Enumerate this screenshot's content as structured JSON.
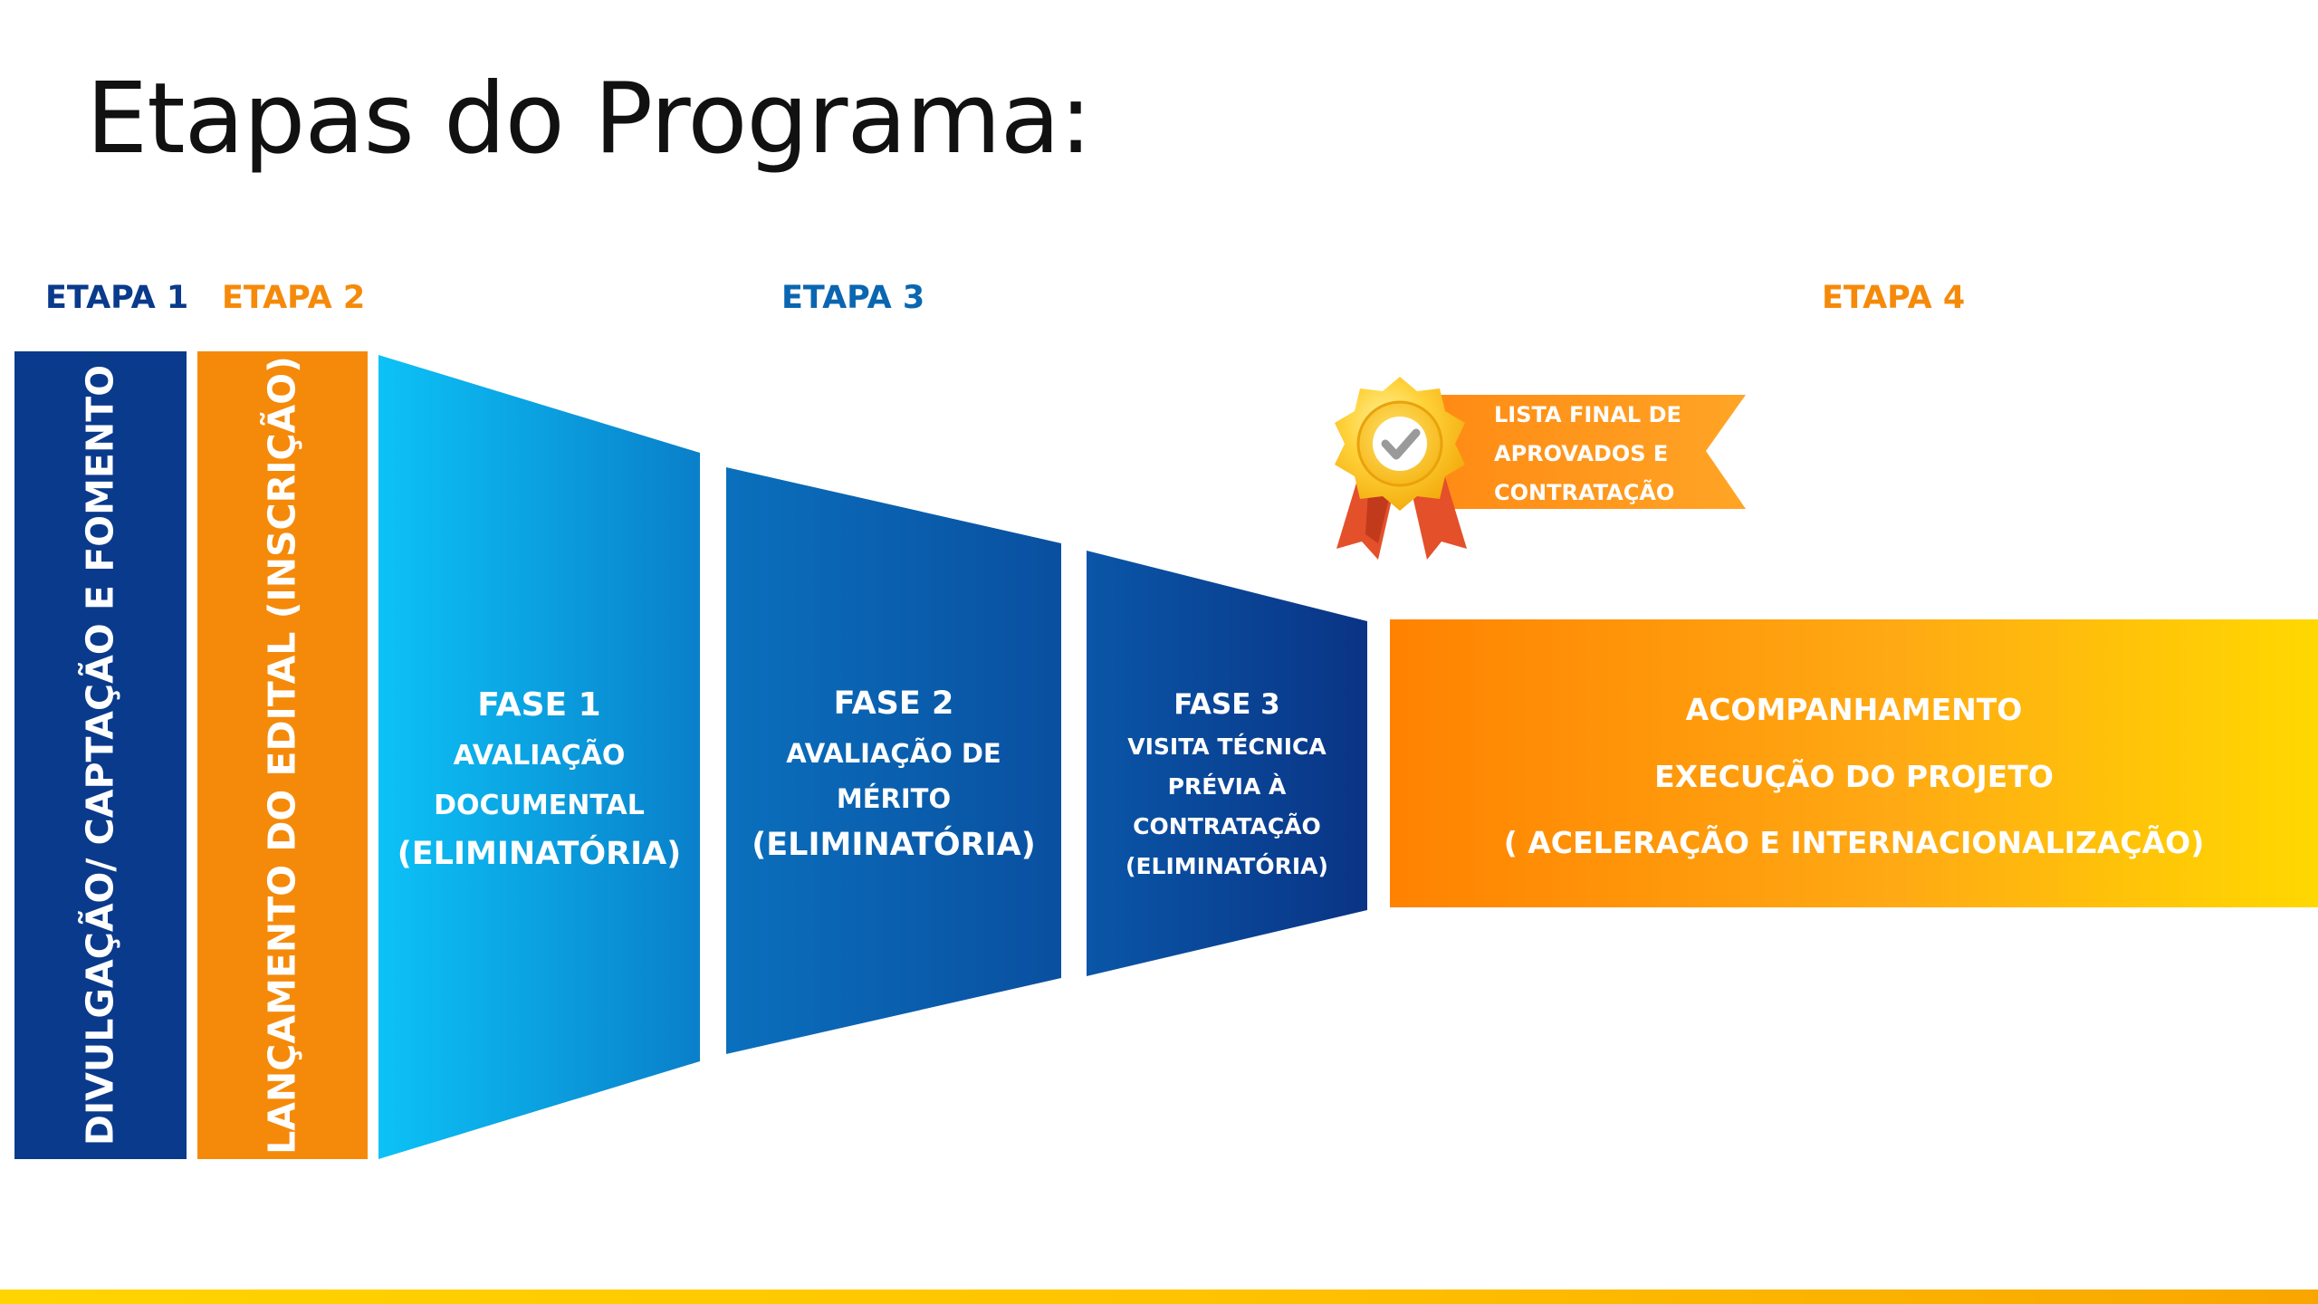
{
  "title": "Etapas do Programa:",
  "colors": {
    "navy": "#0a3a8c",
    "orange": "#f58a0a",
    "stage3_blue": "#0a66b0",
    "light_blue": "#0bb6f0",
    "yellow": "#ffd400",
    "white": "#ffffff"
  },
  "stages": [
    {
      "label": "ETAPA 1"
    },
    {
      "label": "ETAPA 2"
    },
    {
      "label": "ETAPA 3"
    },
    {
      "label": "ETAPA 4"
    }
  ],
  "bars": {
    "divulgacao": "DIVULGAÇÃO/ CAPTAÇÃO E FOMENTO",
    "lancamento": "LANÇAMENTO DO EDITAL (INSCRIÇÃO)"
  },
  "phases": [
    {
      "title": "FASE 1",
      "line1": "AVALIAÇÃO",
      "line2": "DOCUMENTAL",
      "note": "(ELIMINATÓRIA)"
    },
    {
      "title": "FASE 2",
      "line1": "AVALIAÇÃO DE",
      "line2": "MÉRITO",
      "note": "(ELIMINATÓRIA)"
    },
    {
      "title": "FASE 3",
      "line1": "VISITA TÉCNICA",
      "line2": "PRÉVIA À",
      "line3": "CONTRATAÇÃO",
      "note": "(ELIMINATÓRIA)"
    }
  ],
  "badge": {
    "icon": "award-medal-icon",
    "line1": "LISTA FINAL DE",
    "line2": "APROVADOS E",
    "line3": "CONTRATAÇÃO"
  },
  "stage4": {
    "line1": "ACOMPANHAMENTO",
    "line2": "EXECUÇÃO DO PROJETO",
    "line3": "( ACELERAÇÃO E INTERNACIONALIZAÇÃO)"
  }
}
